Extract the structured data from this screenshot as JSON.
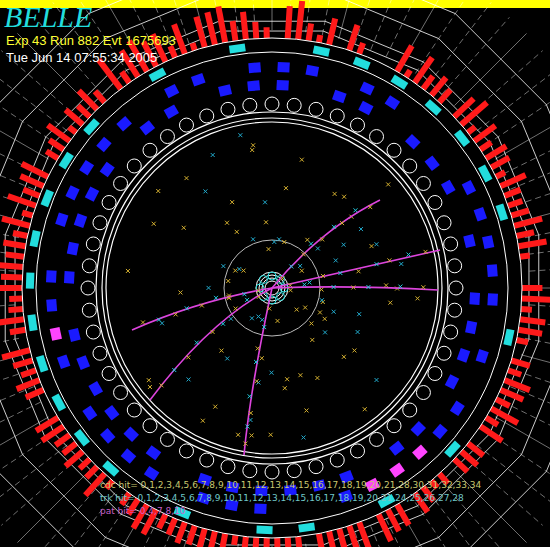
{
  "diagram": {
    "title": "BELLE",
    "labels": [
      "Exp 43 Run 882 Evt 1675693",
      "Tue Jun 14 07:55:34 2005",
      "cdc hit= 0,1,2,3,4,5,6,7,8,9,10,11,12,13,14,15,16,17,18,19,20,21,28,30,31,32,33,34",
      "trk hit= 0,1,2,3,4,5,6,7,8,9,10,11,12,13,14,15,16,17,18,19,20,21,24,25,26,27,28",
      "pat hit= 0,4,7,8,10"
    ]
  }
}
